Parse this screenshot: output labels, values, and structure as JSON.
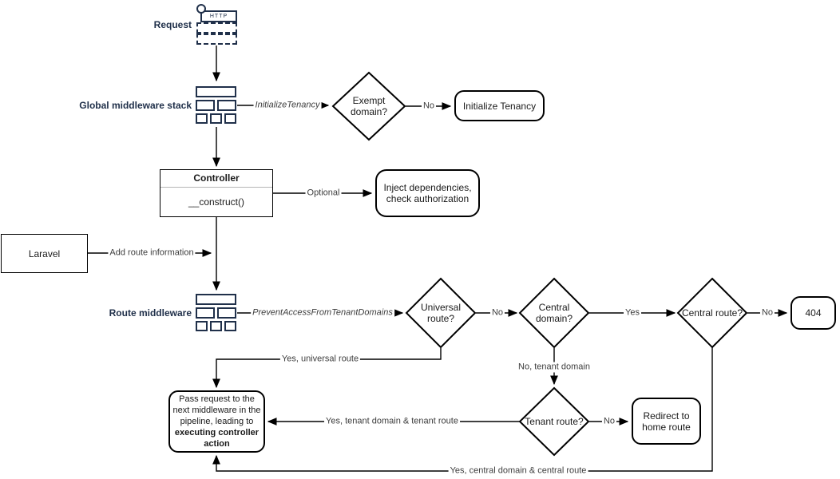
{
  "colors": {
    "navy": "#20304a",
    "shape_border": "#000000",
    "background": "#ffffff"
  },
  "nodes": {
    "request_label": "Request",
    "http_badge": "HTTP",
    "global_middleware_label": "Global middleware stack",
    "route_middleware_label": "Route middleware",
    "exempt_domain": "Exempt domain?",
    "initialize_tenancy": "Initialize Tenancy",
    "controller_title": "Controller",
    "controller_method": "__construct()",
    "inject_dependencies": "Inject dependencies, check authorization",
    "laravel": "Laravel",
    "universal_route": "Universal route?",
    "central_domain": "Central domain?",
    "central_route": "Central route?",
    "not_found": "404",
    "tenant_route": "Tenant route?",
    "redirect_home": "Redirect to home route",
    "pass_request_prefix": "Pass request to the next middleware in the pipeline, leading to ",
    "pass_request_bold": "executing controller action"
  },
  "edge_labels": {
    "initialize_tenancy_mw": "InitializeTenancy",
    "no_exempt": "No",
    "optional": "Optional",
    "add_route_info": "Add route information",
    "prevent_access_mw": "PreventAccessFromTenantDomains",
    "no_universal": "No",
    "yes_central_domain": "Yes",
    "no_central_route": "No",
    "yes_universal_route": "Yes, universal route",
    "no_tenant_domain": "No, tenant domain",
    "no_tenant_route": "No",
    "yes_tenant": "Yes, tenant domain & tenant route",
    "yes_central": "Yes, central domain & central route"
  }
}
